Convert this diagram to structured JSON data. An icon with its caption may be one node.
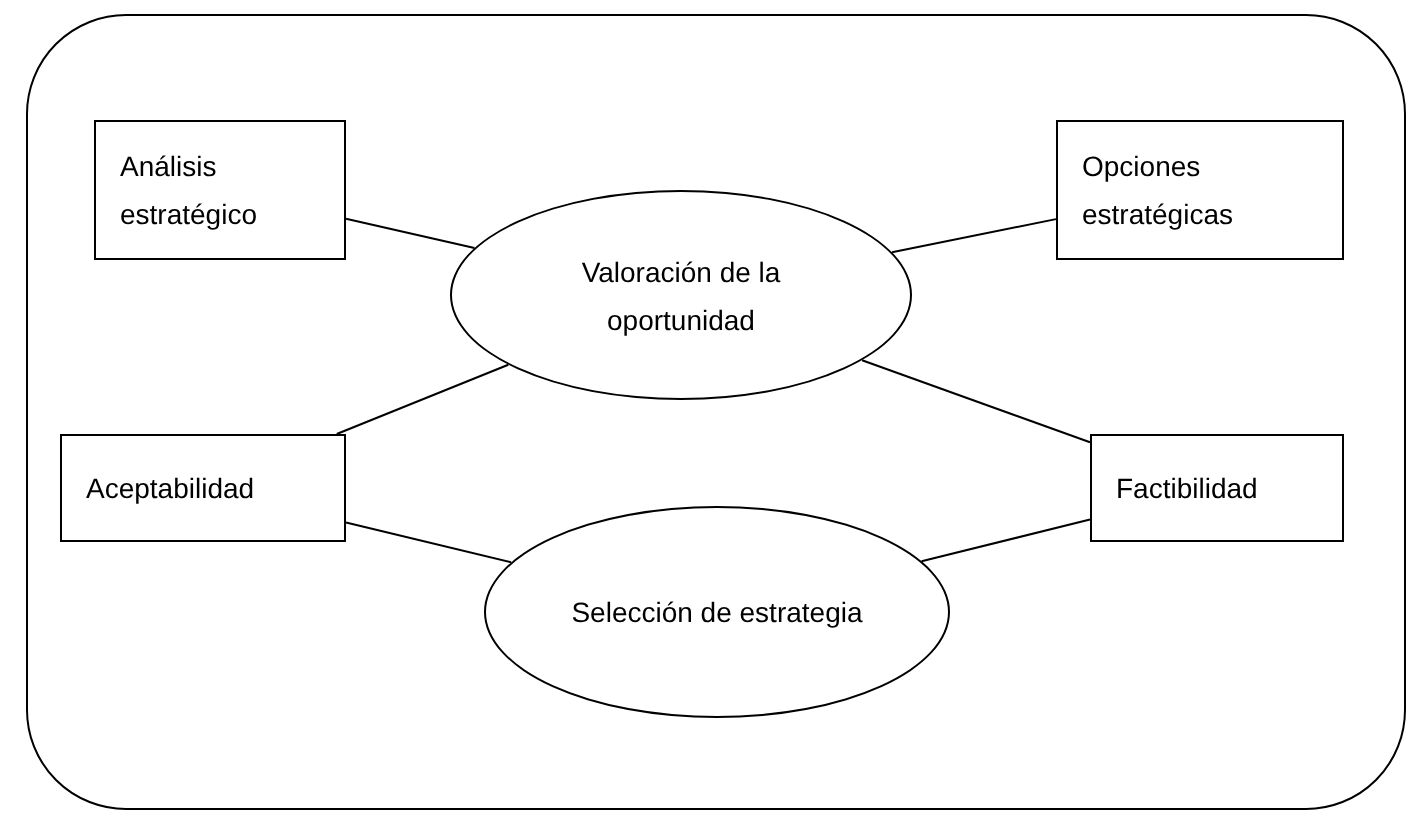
{
  "diagram": {
    "nodes": [
      {
        "text": [
          "Análisis estratégico"
        ]
      },
      {
        "text": [
          "Valoración de la oportunidad"
        ]
      },
      {
        "text": [
          "Opciones estratégicas"
        ]
      },
      {
        "text": [
          "Aceptabilidad"
        ]
      },
      {
        "text": [
          "Factibilidad"
        ]
      },
      {
        "text": [
          "Selección de estrategia"
        ]
      }
    ],
    "edges": [
      {
        "from": 0,
        "to": 1,
        "arrow": "none"
      },
      {
        "from": 1,
        "to": 2,
        "arrow": "none"
      },
      {
        "from": 1,
        "to": 3,
        "arrow": "none"
      },
      {
        "from": 1,
        "to": 4,
        "arrow": "none"
      },
      {
        "from": 3,
        "to": 5,
        "arrow": "none"
      },
      {
        "from": 5,
        "to": 4,
        "arrow": "none"
      }
    ]
  }
}
